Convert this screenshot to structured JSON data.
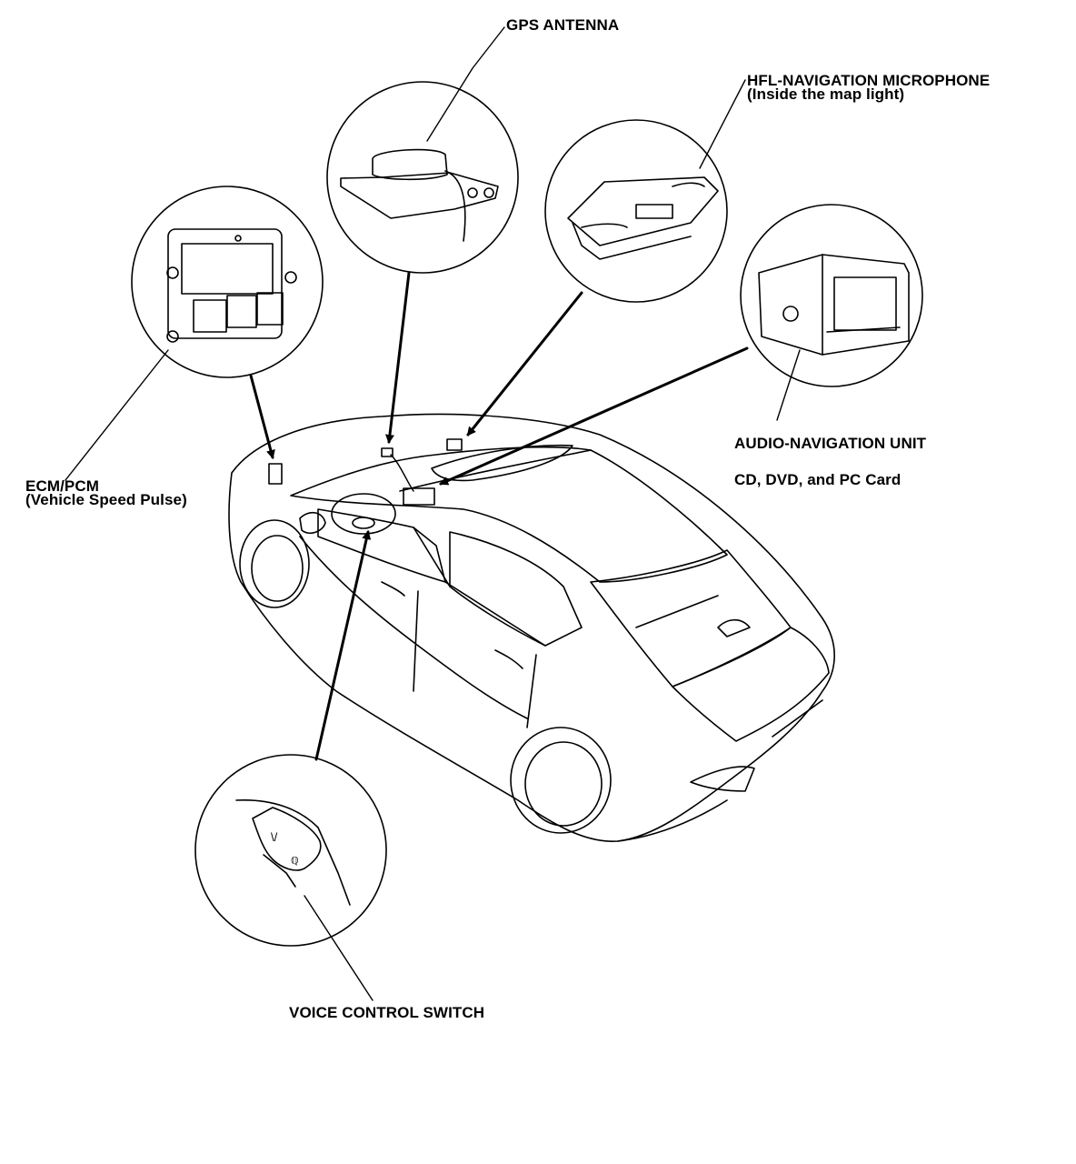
{
  "labels": {
    "gps_antenna": "GPS ANTENNA",
    "hfl_microphone": {
      "line1": "HFL-NAVIGATION MICROPHONE",
      "line2": "(Inside the map light)"
    },
    "audio_nav_unit": "AUDIO-NAVIGATION UNIT",
    "media": "CD, DVD, and PC Card",
    "ecm_pcm": {
      "line1": "ECM/PCM",
      "line2": "(Vehicle Speed Pulse)"
    },
    "voice_switch": "VOICE CONTROL SWITCH"
  },
  "colors": {
    "line": "#000000",
    "background": "#ffffff"
  }
}
